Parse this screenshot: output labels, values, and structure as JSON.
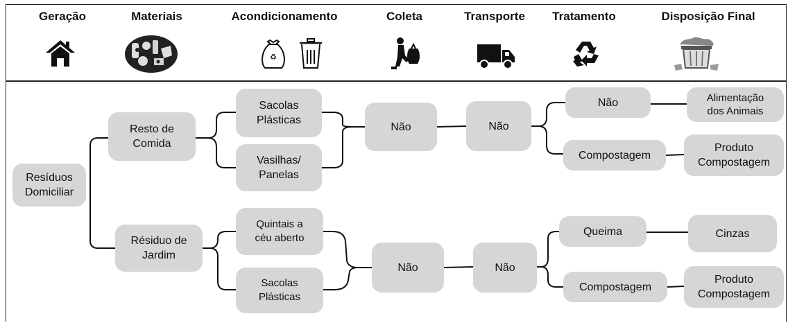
{
  "header": {
    "stages": [
      {
        "id": "geracao",
        "label": "Geração",
        "icon": "house-icon"
      },
      {
        "id": "materiais",
        "label": "Materiais",
        "icon": "waste-materials-icon"
      },
      {
        "id": "acondicionamento",
        "label": "Acondicionamento",
        "icon": "bag-and-trash-bin-icon"
      },
      {
        "id": "coleta",
        "label": "Coleta",
        "icon": "collector-person-icon"
      },
      {
        "id": "transporte",
        "label": "Transporte",
        "icon": "truck-icon"
      },
      {
        "id": "tratamento",
        "label": "Tratamento",
        "icon": "recycle-icon"
      },
      {
        "id": "disposicao",
        "label": "Disposição Final",
        "icon": "overflowing-bin-icon"
      }
    ]
  },
  "flow": {
    "root": {
      "line1": "Resíduos",
      "line2": "Domiciliar"
    },
    "branch_food": {
      "source": {
        "line1": "Resto de",
        "line2": "Comida"
      },
      "container_a": {
        "line1": "Sacolas",
        "line2": "Plásticas"
      },
      "container_b": {
        "line1": "Vasilhas/",
        "line2": "Panelas"
      },
      "coleta": "Não",
      "transporte": "Não",
      "treat_a": "Não",
      "final_a": {
        "line1": "Alimentação",
        "line2": "dos Animais"
      },
      "treat_b": "Compostagem",
      "final_b": {
        "line1": "Produto",
        "line2": "Compostagem"
      }
    },
    "branch_yard": {
      "source": {
        "line1": "Résiduo de",
        "line2": "Jardim"
      },
      "container_a": {
        "line1": "Quintais a",
        "line2": "céu aberto"
      },
      "container_b": {
        "line1": "Sacolas",
        "line2": "Plásticas"
      },
      "coleta": "Não",
      "transporte": "Não",
      "treat_a": "Queima",
      "final_a": "Cinzas",
      "treat_b": "Compostagem",
      "final_b": {
        "line1": "Produto",
        "line2": "Compostagem"
      }
    }
  }
}
